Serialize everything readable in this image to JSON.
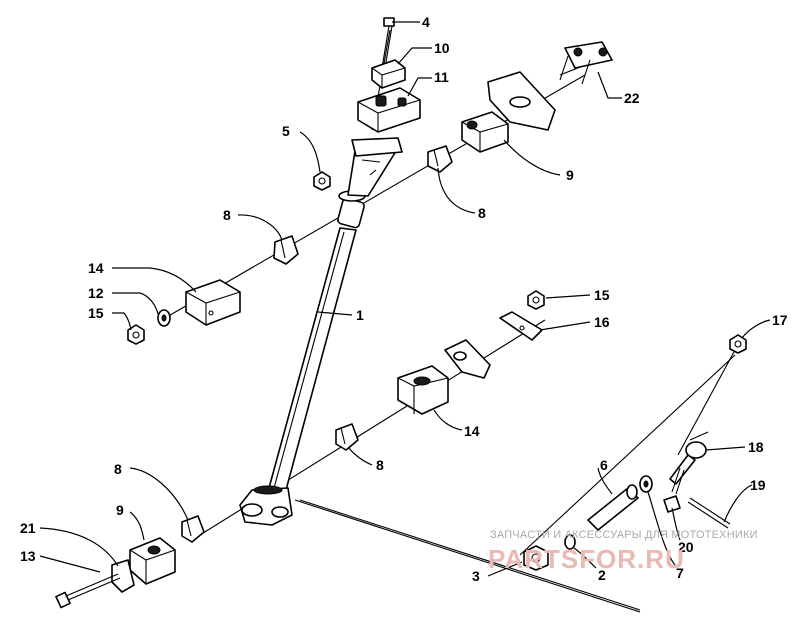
{
  "callouts": [
    {
      "id": "c4",
      "text": "4"
    },
    {
      "id": "c10",
      "text": "10"
    },
    {
      "id": "c11",
      "text": "11"
    },
    {
      "id": "c22",
      "text": "22"
    },
    {
      "id": "c5",
      "text": "5"
    },
    {
      "id": "c9a",
      "text": "9"
    },
    {
      "id": "c8a",
      "text": "8"
    },
    {
      "id": "c8b",
      "text": "8"
    },
    {
      "id": "c14a",
      "text": "14"
    },
    {
      "id": "c12",
      "text": "12"
    },
    {
      "id": "c15a",
      "text": "15"
    },
    {
      "id": "c1",
      "text": "1"
    },
    {
      "id": "c15b",
      "text": "15"
    },
    {
      "id": "c16",
      "text": "16"
    },
    {
      "id": "c17",
      "text": "17"
    },
    {
      "id": "c14b",
      "text": "14"
    },
    {
      "id": "c8c",
      "text": "8"
    },
    {
      "id": "c8d",
      "text": "8"
    },
    {
      "id": "c18",
      "text": "18"
    },
    {
      "id": "c6",
      "text": "6"
    },
    {
      "id": "c19",
      "text": "19"
    },
    {
      "id": "c9b",
      "text": "9"
    },
    {
      "id": "c21",
      "text": "21"
    },
    {
      "id": "c13",
      "text": "13"
    },
    {
      "id": "c20",
      "text": "20"
    },
    {
      "id": "c7",
      "text": "7"
    },
    {
      "id": "c3",
      "text": "3"
    },
    {
      "id": "c2",
      "text": "2"
    }
  ],
  "watermark": {
    "tagline": "ЗАПЧАСТИ И АКСЕССУАРЫ ДЛЯ МОТОТЕХНИКИ",
    "logo": "PARTSFOR.RU"
  }
}
